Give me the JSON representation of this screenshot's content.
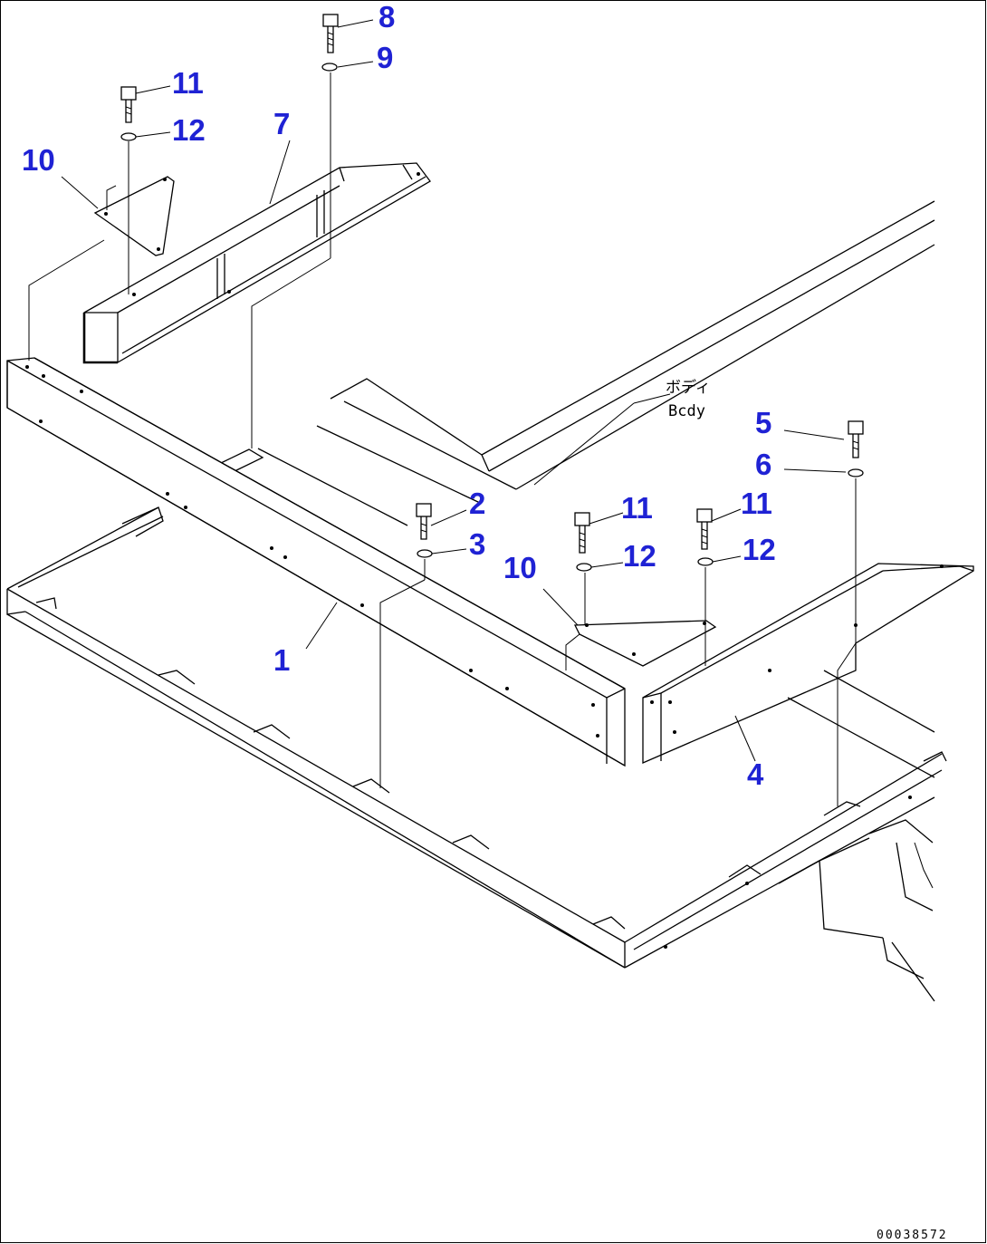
{
  "callouts": {
    "c1": "1",
    "c2": "2",
    "c3": "3",
    "c4": "4",
    "c5": "5",
    "c6": "6",
    "c7": "7",
    "c8": "8",
    "c9": "9",
    "c10a": "10",
    "c10b": "10",
    "c11a": "11",
    "c11b": "11",
    "c11c": "11",
    "c12a": "12",
    "c12b": "12",
    "c12c": "12"
  },
  "body_note": {
    "jp": "ボディ",
    "en": "Bcdy"
  },
  "drawing_code": "00038572"
}
